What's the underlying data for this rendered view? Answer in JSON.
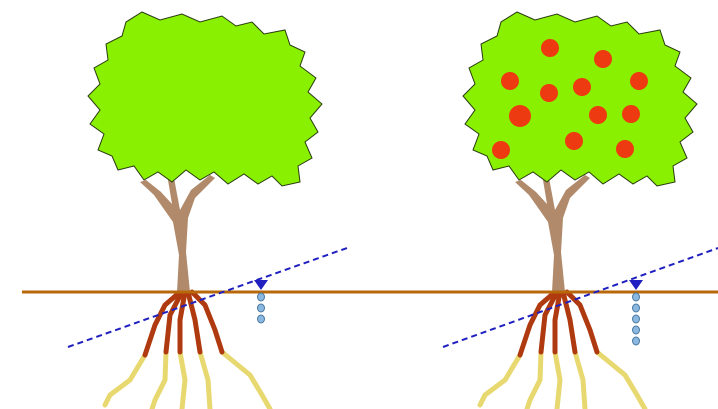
{
  "colors": {
    "background": "#ffffff",
    "foliage": "#88f000",
    "foliage_outline": "#2a3a10",
    "trunk": "#b08a6a",
    "ground_line": "#b8680a",
    "root_upper": "#b03a10",
    "root_lower": "#e8d870",
    "water_line": "#2020c0",
    "water_droplet": "#8ab8e0",
    "fruit": "#ee3a10"
  },
  "panels": [
    {
      "id": "tree-without-fruit",
      "has_fruit": false,
      "water_droplets": 3
    },
    {
      "id": "tree-with-fruit",
      "has_fruit": true,
      "water_droplets": 5
    }
  ]
}
